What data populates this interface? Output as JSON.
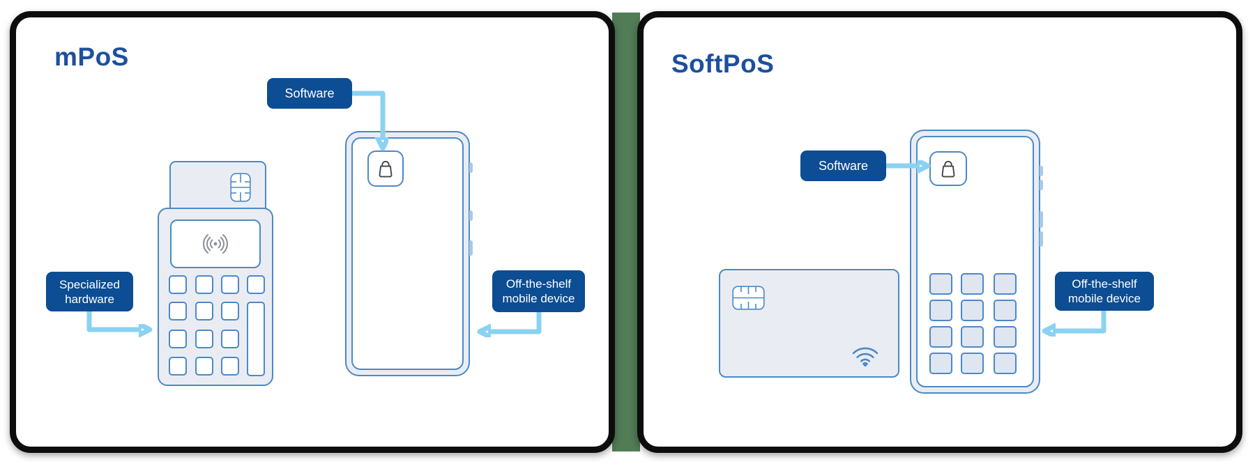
{
  "left_panel": {
    "title": "mPoS",
    "software_label": "Software",
    "hardware_label": {
      "line1": "Specialized",
      "line2": "hardware"
    },
    "device_label": {
      "line1": "Off-the-shelf",
      "line2": "mobile device"
    }
  },
  "right_panel": {
    "title": "SoftPoS",
    "software_label": "Software",
    "device_label": {
      "line1": "Off-the-shelf",
      "line2": "mobile device"
    }
  },
  "icons": {
    "app": "shopping-bag-icon",
    "terminal_screen": "contactless-icon",
    "card_chip": "chip-icon",
    "card_wireless": "wifi-icon"
  },
  "colors": {
    "title_text": "#1d4f9f",
    "label_bg": "#0c4d93",
    "label_text": "#ffffff",
    "arrow": "#8ad2f2",
    "device_outline": "#4c88c8",
    "device_fill": "#e9edf3",
    "key_fill_white": "#ffffff",
    "key_fill_soft": "#dfe6ef",
    "panel_border": "#0d0d0d",
    "gap_background": "#517c55",
    "bag_glyph": "#3f444a",
    "contactless_glyph": "#8a9099"
  }
}
